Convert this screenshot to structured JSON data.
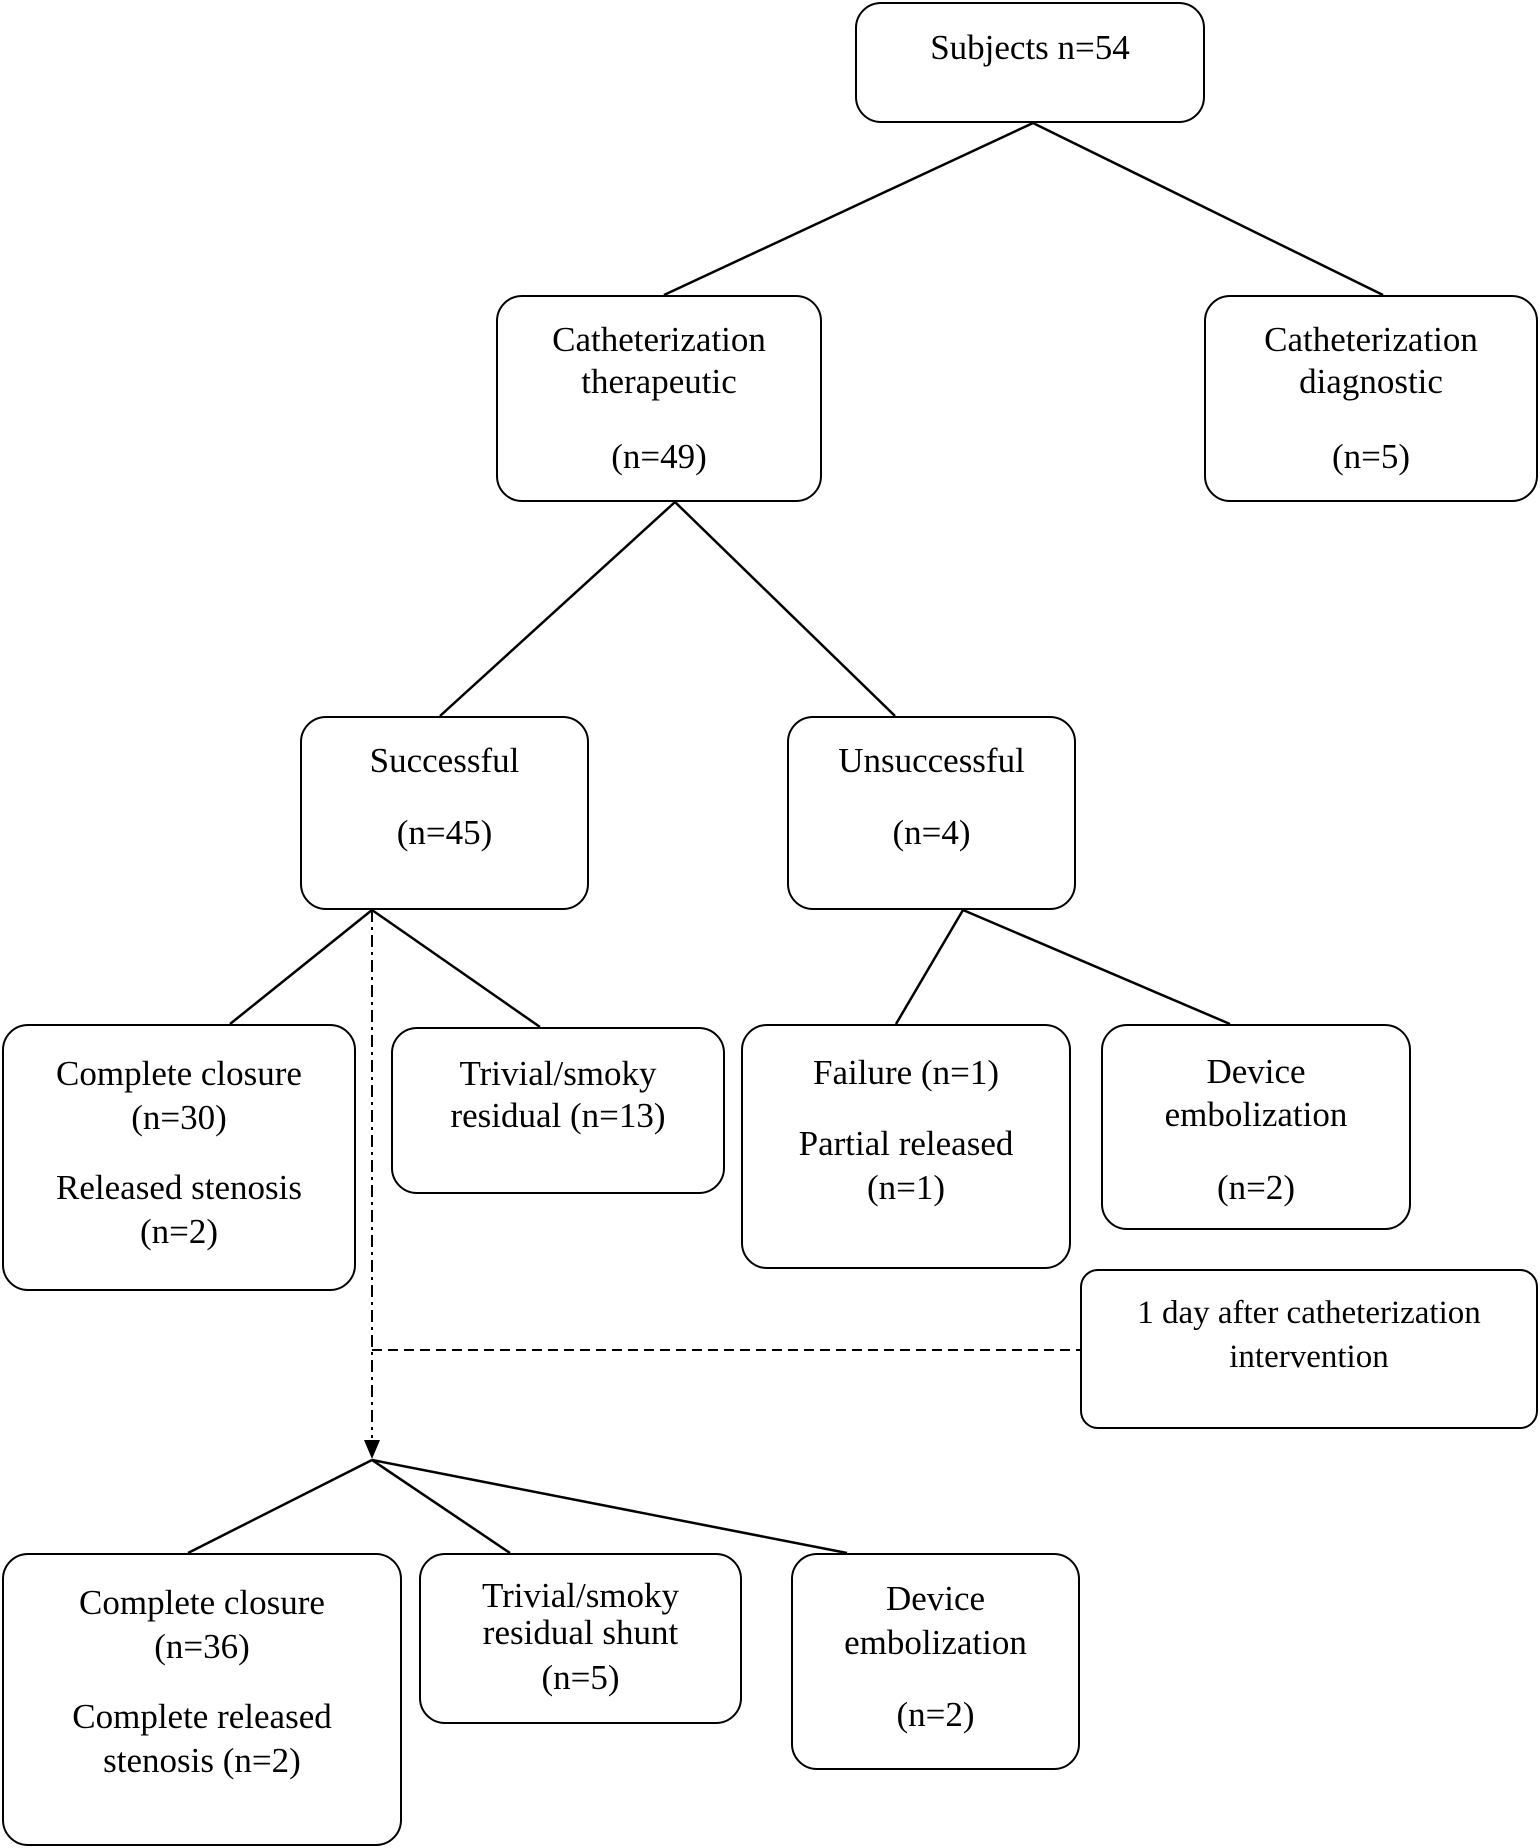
{
  "nodes": {
    "subjects": {
      "line1": "Subjects n=54"
    },
    "therapeutic": {
      "line1": "Catheterization",
      "line2": "therapeutic",
      "count": "(n=49)"
    },
    "diagnostic": {
      "line1": "Catheterization",
      "line2": "diagnostic",
      "count": "(n=5)"
    },
    "successful": {
      "line1": "Successful",
      "count": "(n=45)"
    },
    "unsuccessful": {
      "line1": "Unsuccessful",
      "count": "(n=4)"
    },
    "complete_closure_1": {
      "line1": "Complete closure",
      "line2": "(n=30)",
      "line3": "Released stenosis",
      "line4": "(n=2)"
    },
    "trivial_1": {
      "line1": "Trivial/smoky",
      "line2": "residual (n=13)"
    },
    "failure": {
      "line1": "Failure (n=1)",
      "line2": "Partial released",
      "line3": "(n=1)"
    },
    "embolization_1": {
      "line1": "Device",
      "line2": "embolization",
      "count": "(n=2)"
    },
    "followup": {
      "line1": "1 day after catheterization",
      "line2": "intervention"
    },
    "complete_closure_2": {
      "line1": "Complete closure",
      "line2": "(n=36)",
      "line3": "Complete released",
      "line4": "stenosis (n=2)"
    },
    "trivial_2": {
      "line1": "Trivial/smoky",
      "line2": "residual shunt",
      "line3": "(n=5)"
    },
    "embolization_2": {
      "line1": "Device",
      "line2": "embolization",
      "count": "(n=2)"
    }
  }
}
